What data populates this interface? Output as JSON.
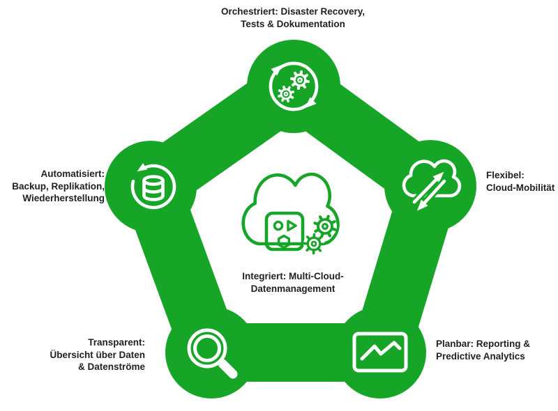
{
  "colors": {
    "green": "#17a528",
    "text": "#212121",
    "background": "#ffffff"
  },
  "center": {
    "icon": "multi-cloud-gears-icon",
    "label": "Integriert: Multi-Cloud-\nDatenmanagement"
  },
  "nodes": [
    {
      "position": "top",
      "icon": "sync-arrows-gears-icon",
      "label": "Orchestriert: Disaster Recovery,\nTests & Dokumentation"
    },
    {
      "position": "right",
      "icon": "cloud-transfer-arrows-icon",
      "label": "Flexibel:\nCloud-Mobilität"
    },
    {
      "position": "bottom-right",
      "icon": "analytics-chart-icon",
      "label": "Planbar: Reporting &\nPredictive Analytics"
    },
    {
      "position": "bottom-left",
      "icon": "magnifier-icon",
      "label": "Transparent:\nÜbersicht über Daten\n& Datenströme"
    },
    {
      "position": "left",
      "icon": "database-restore-icon",
      "label": "Automatisiert:\nBackup, Replikation,\nWiederherstellung"
    }
  ]
}
